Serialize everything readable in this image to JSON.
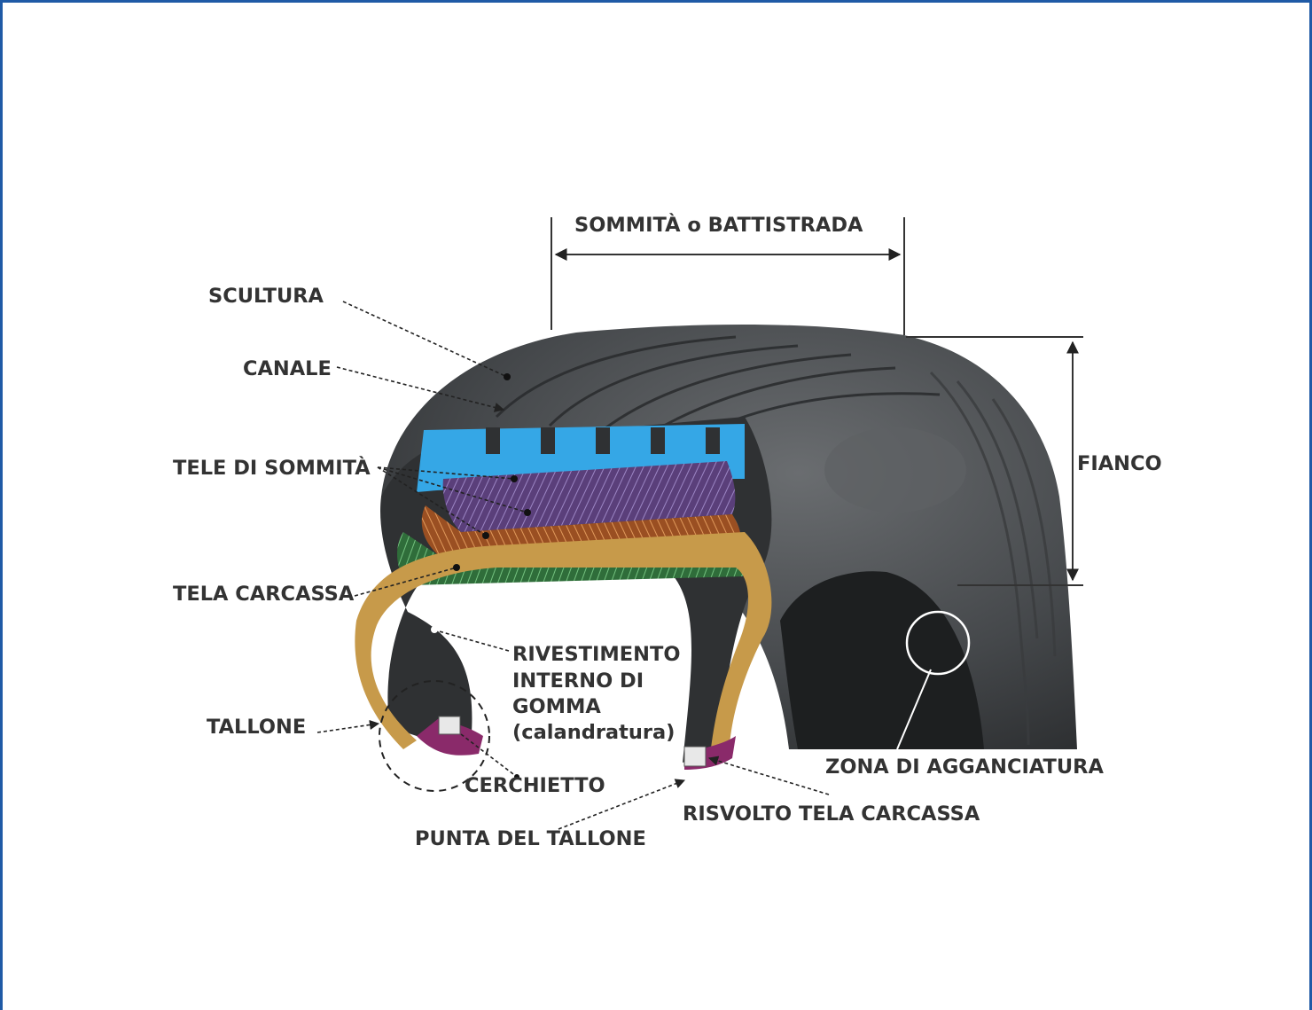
{
  "labels": {
    "sommita": "SOMMITÀ o BATTISTRADA",
    "scultura": "SCULTURA",
    "canale": "CANALE",
    "tele_sommita": "TELE DI SOMMITÀ",
    "tela_carcassa": "TELA CARCASSA",
    "fianco": "FIANCO",
    "rivestimento": [
      "RIVESTIMENTO",
      "INTERNO DI",
      "GOMMA",
      "(calandratura)"
    ],
    "tallone": "TALLONE",
    "cerchietto": "CERCHIETTO",
    "punta_tallone": "PUNTA DEL TALLONE",
    "risvolto": "RISVOLTO TELA CARCASSA",
    "zona_aggancio": "ZONA DI AGGANCIATURA"
  },
  "colors": {
    "frame_border": "#1f5aa6",
    "tread_rubber": "#4a4d50",
    "tread_blue": "#35a7e6",
    "crown_ply_purple": "#6a4a8c",
    "crown_ply_orange": "#b8642c",
    "crown_ply_green": "#3f8a4a",
    "carcass_ply": "#c79a4a",
    "label_text": "#333333"
  }
}
